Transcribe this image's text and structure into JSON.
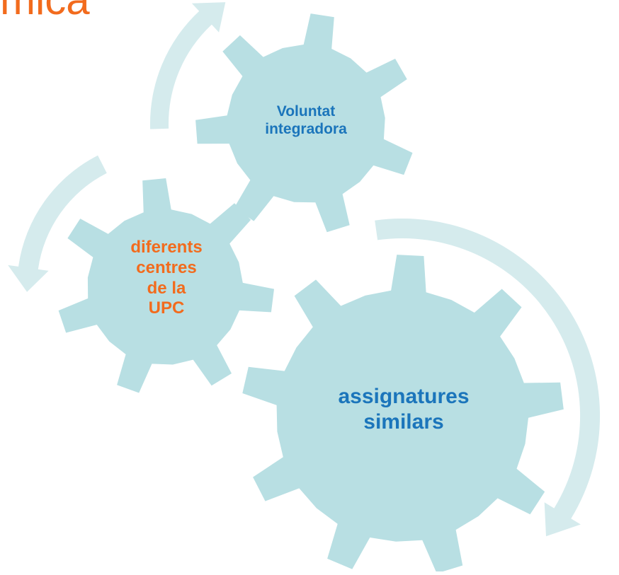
{
  "title_fragment": "mica",
  "colors": {
    "gear_fill": "#b8dfe3",
    "arrow_fill": "#d5ebed",
    "title_color": "#f26b1d",
    "label_blue": "#1b75bb",
    "label_orange": "#f26b1d"
  },
  "gears": [
    {
      "id": "voluntat",
      "lines": [
        "Voluntat",
        "integradora"
      ],
      "text_color": "#1b75bb",
      "teeth": 7
    },
    {
      "id": "centres",
      "lines": [
        "diferents",
        "centres",
        "de la",
        "UPC"
      ],
      "text_color": "#f26b1d",
      "teeth": 7
    },
    {
      "id": "assignatures",
      "lines": [
        "assignatures",
        "similars"
      ],
      "text_color": "#1b75bb",
      "teeth": 9
    }
  ],
  "arrows": [
    {
      "id": "arrow-top",
      "direction": "up"
    },
    {
      "id": "arrow-left",
      "direction": "down"
    },
    {
      "id": "arrow-right",
      "direction": "down"
    }
  ]
}
